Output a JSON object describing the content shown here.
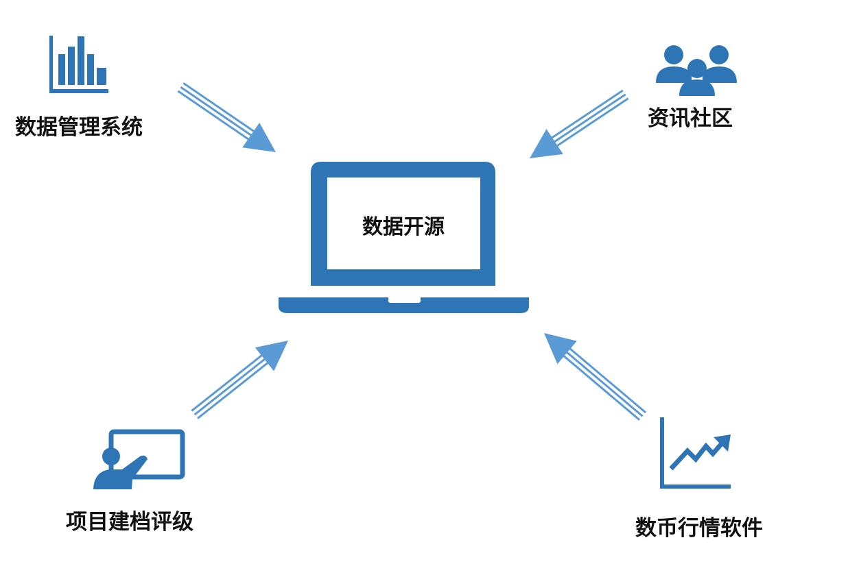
{
  "colors": {
    "icon": "#2E75B6",
    "arrow": "#5B9BD5",
    "background": "#FFFFFF",
    "text": "#111111"
  },
  "center": {
    "label": "数据开源",
    "icon": "laptop-icon"
  },
  "nodes": [
    {
      "id": "data-mgmt",
      "label": "数据管理系统",
      "icon": "bar-chart-icon"
    },
    {
      "id": "community",
      "label": "资讯社区",
      "icon": "people-icon"
    },
    {
      "id": "project-rating",
      "label": "项目建档评级",
      "icon": "presenter-icon"
    },
    {
      "id": "market-software",
      "label": "数币行情软件",
      "icon": "trend-line-icon"
    }
  ]
}
